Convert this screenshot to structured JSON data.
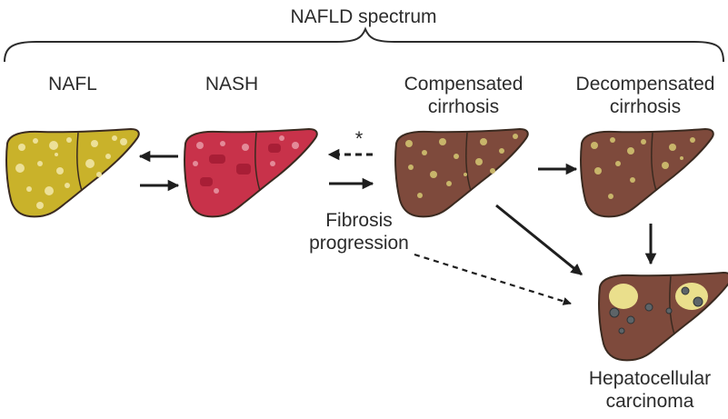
{
  "spectrum_label": "NAFLD spectrum",
  "stages": {
    "nafl": "NAFL",
    "nash": "NASH",
    "compensated": [
      "Compensated",
      "cirrhosis"
    ],
    "decompensated": [
      "Decompensated",
      "cirrhosis"
    ],
    "hcc": [
      "Hepatocellular",
      "carcinoma"
    ]
  },
  "fibrosis_label": [
    "Fibrosis",
    "progression"
  ],
  "asterisk": "*",
  "colors": {
    "nafl_liver": "#c9b22a",
    "nash_liver": "#c8324a",
    "cirrhosis_liver": "#7e4a3c",
    "fat_spot": "#e2d780",
    "outline": "#3a2a20",
    "arrow": "#1e1e1e",
    "tumor": "#5d6468"
  }
}
